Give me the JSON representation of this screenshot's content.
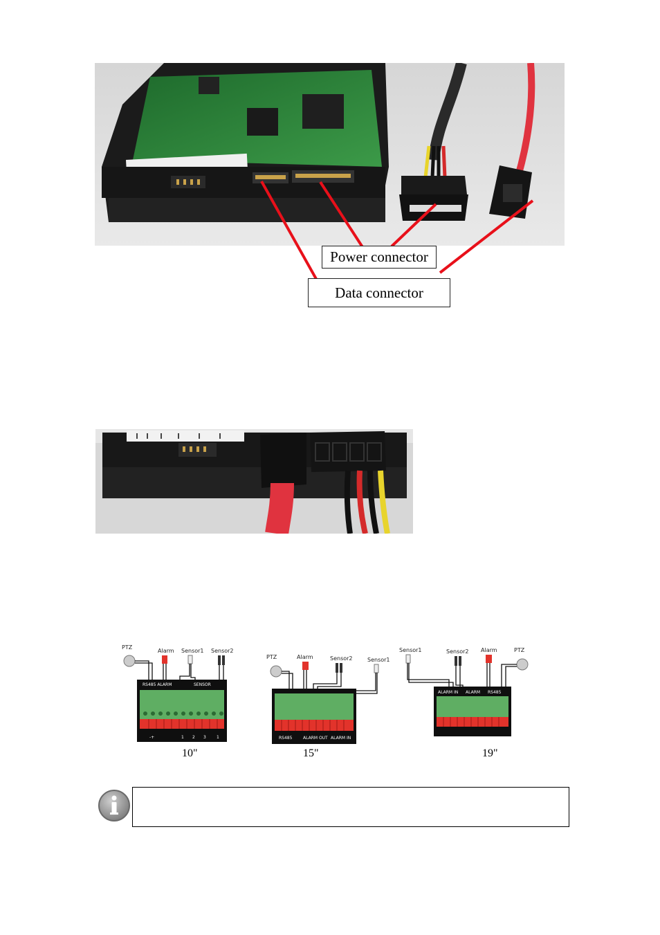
{
  "figure1": {
    "labels": {
      "power_connector": "Power connector",
      "data_connector": "Data connector"
    }
  },
  "figure3": {
    "panels": [
      {
        "size_label": "10\"",
        "labels": [
          "PTZ",
          "Alarm",
          "Sensor1",
          "Sensor2",
          "RS485 ALARM",
          "SENSOR",
          "-+",
          "1",
          "2",
          "3",
          "1"
        ]
      },
      {
        "size_label": "15\"",
        "labels": [
          "PTZ",
          "Alarm",
          "Sensor2",
          "Sensor1",
          "RS485",
          "ALARM OUT",
          "ALARM IN"
        ]
      },
      {
        "size_label": "19\"",
        "labels": [
          "Sensor1",
          "Sensor2",
          "Alarm",
          "PTZ",
          "ALARM IN",
          "ALARM",
          "RS485"
        ]
      }
    ]
  },
  "note": {
    "icon": "info-icon",
    "text": ""
  },
  "colors": {
    "callout_line": "#e8101a",
    "pcb_green": "#2f8a3c",
    "sata_red": "#e0333f",
    "terminal_green": "#5fae63",
    "terminal_red": "#e2332b"
  }
}
